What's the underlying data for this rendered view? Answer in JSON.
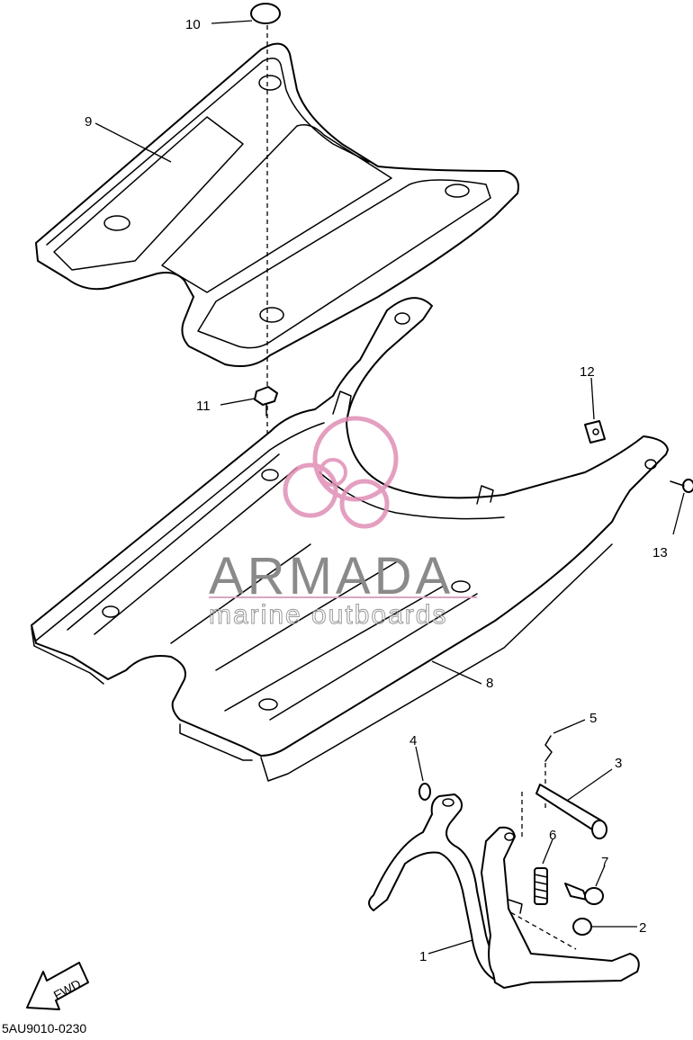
{
  "diagram": {
    "drawing_code": "5AU9010-0230",
    "direction_label": "FWD",
    "callouts": [
      {
        "id": "callout-1",
        "label": "1"
      },
      {
        "id": "callout-2",
        "label": "2"
      },
      {
        "id": "callout-3",
        "label": "3"
      },
      {
        "id": "callout-4",
        "label": "4"
      },
      {
        "id": "callout-5",
        "label": "5"
      },
      {
        "id": "callout-6",
        "label": "6"
      },
      {
        "id": "callout-7",
        "label": "7"
      },
      {
        "id": "callout-8",
        "label": "8"
      },
      {
        "id": "callout-9",
        "label": "9"
      },
      {
        "id": "callout-10",
        "label": "10"
      },
      {
        "id": "callout-11",
        "label": "11"
      },
      {
        "id": "callout-12",
        "label": "12"
      },
      {
        "id": "callout-13",
        "label": "13"
      }
    ]
  },
  "watermark": {
    "title": "ARMADA",
    "subtitle": "marine outboards",
    "logo_color": "#e08fb6"
  }
}
